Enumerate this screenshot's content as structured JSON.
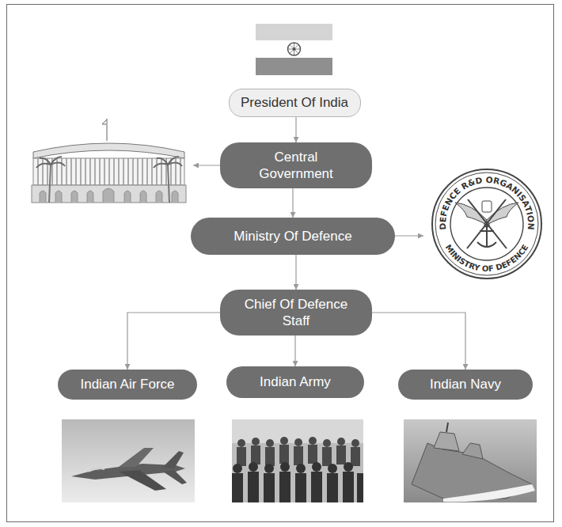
{
  "diagram": {
    "nodes": [
      {
        "text": [
          "President Of India"
        ]
      },
      {
        "text": [
          "Central Government"
        ]
      },
      {
        "text": [
          "Ministry Of Defence"
        ]
      },
      {
        "text": [
          "Chief Of Defence Staff"
        ]
      },
      {
        "text": [
          "Indian Air Force"
        ]
      },
      {
        "text": [
          "Indian Army"
        ]
      },
      {
        "text": [
          "Indian Navy"
        ]
      }
    ],
    "edges": [
      {
        "from": 0,
        "to": 1,
        "arrow": "to"
      },
      {
        "from": 1,
        "to": 2,
        "arrow": "to"
      },
      {
        "from": 2,
        "to": 3,
        "arrow": "to"
      },
      {
        "from": 3,
        "to": 4,
        "arrow": "to"
      },
      {
        "from": 3,
        "to": 5,
        "arrow": "to"
      },
      {
        "from": 3,
        "to": 6,
        "arrow": "to"
      }
    ],
    "labels": [
      "DEFENCE R&D ORGANISATION",
      "MINISTRY OF DEFENCE"
    ]
  }
}
